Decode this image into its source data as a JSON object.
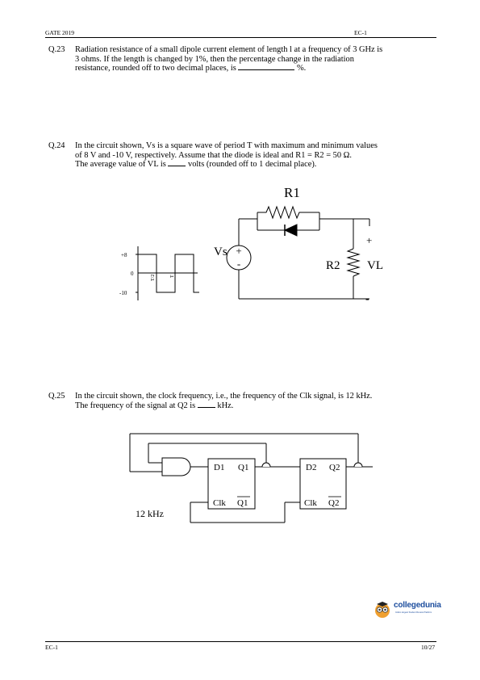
{
  "header": {
    "left": "GATE 2019",
    "right": "EC-1"
  },
  "footer": {
    "left": "EC-1",
    "right": "10/27"
  },
  "q23": {
    "number": "Q.23",
    "line1": "Radiation resistance of a small dipole current element of length l at a frequency of 3 GHz is",
    "line2": "3 ohms. If the length is changed by 1%, then the percentage change in the radiation",
    "line3": "resistance, rounded off to two decimal places, is",
    "unit": "%."
  },
  "q24": {
    "number": "Q.24",
    "line1": "In the circuit shown, Vs is a square wave of period T with maximum and minimum values",
    "line2": "of 8 V and -10 V, respectively. Assume that the diode is ideal and R1 = R2 = 50 Ω.",
    "line3a": "The average value of VL is",
    "line3b": "volts (rounded off to 1 decimal place).",
    "circuit": {
      "r1": "R1",
      "r2": "R2",
      "vs": "Vs",
      "vl": "VL",
      "plus": "+",
      "minus": "-",
      "wave_max": "+8",
      "wave_zero": "0",
      "wave_min": "-10",
      "t_half": "T/2",
      "t_full": "T"
    }
  },
  "q25": {
    "number": "Q.25",
    "line1": "In the circuit shown, the clock frequency, i.e., the frequency of the Clk signal, is 12 kHz.",
    "line2a": "The frequency of the signal at Q2 is",
    "line2b": "kHz.",
    "circuit": {
      "d1": "D1",
      "q1": "Q1",
      "clk1": "Clk",
      "q1bar": "Q1",
      "d2": "D2",
      "q2": "Q2",
      "clk2": "Clk",
      "q2bar": "Q2",
      "clock": "12 kHz"
    }
  },
  "logo": {
    "name": "collegedunia",
    "tagline": "India's largest Student Review Platform"
  }
}
